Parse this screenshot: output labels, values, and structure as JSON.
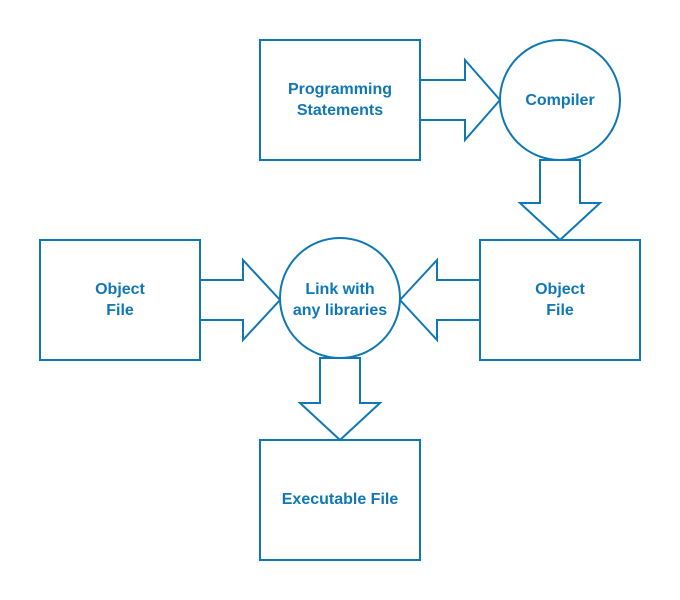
{
  "diagram": {
    "stroke_color": "#0f78b4",
    "nodes": {
      "programming_statements": {
        "line1": "Programming",
        "line2": "Statements"
      },
      "compiler": {
        "label": "Compiler"
      },
      "object_file_right": {
        "line1": "Object",
        "line2": "File"
      },
      "object_file_left": {
        "line1": "Object",
        "line2": "File"
      },
      "linker": {
        "line1": "Link with",
        "line2": "any libraries"
      },
      "executable_file": {
        "label": "Executable File"
      }
    }
  }
}
